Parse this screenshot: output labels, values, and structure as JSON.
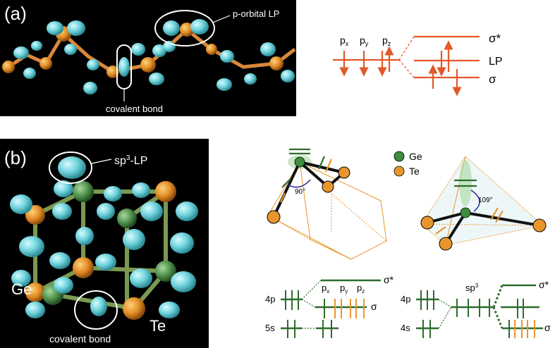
{
  "panel_a": {
    "label": "(a)",
    "callout_lp": "p-orbital LP",
    "callout_bond": "covalent bond",
    "levels": {
      "px": "p",
      "px_sub": "x",
      "py": "p",
      "py_sub": "y",
      "pz": "p",
      "pz_sub": "z",
      "sigma_star": "σ*",
      "lp": "LP",
      "sigma": "σ"
    }
  },
  "panel_b": {
    "label": "(b)",
    "callout_lp": "sp",
    "callout_lp_sup": "3",
    "callout_lp_tail": "-LP",
    "callout_bond": "covalent bond",
    "atom_ge": "Ge",
    "atom_te": "Te",
    "legend": {
      "ge": "Ge",
      "te": "Te"
    },
    "angle_90": "90°",
    "angle_109": "109°",
    "left_levels": {
      "p4": "4p",
      "s5": "5s",
      "px": "p",
      "px_sub": "x",
      "py": "p",
      "py_sub": "y",
      "pz": "p",
      "pz_sub": "z",
      "sigma_star": "σ*",
      "sigma": "σ"
    },
    "right_levels": {
      "p4": "4p",
      "s4": "4s",
      "sp3": "sp",
      "sp3_sup": "3",
      "sigma_star": "σ*",
      "sigma": "σ"
    }
  },
  "colors": {
    "orange": "#e2582a",
    "green": "#2e6b2e",
    "ge": "#3e8e3e",
    "te": "#e8962c",
    "cyan": "#6fd6dc"
  }
}
